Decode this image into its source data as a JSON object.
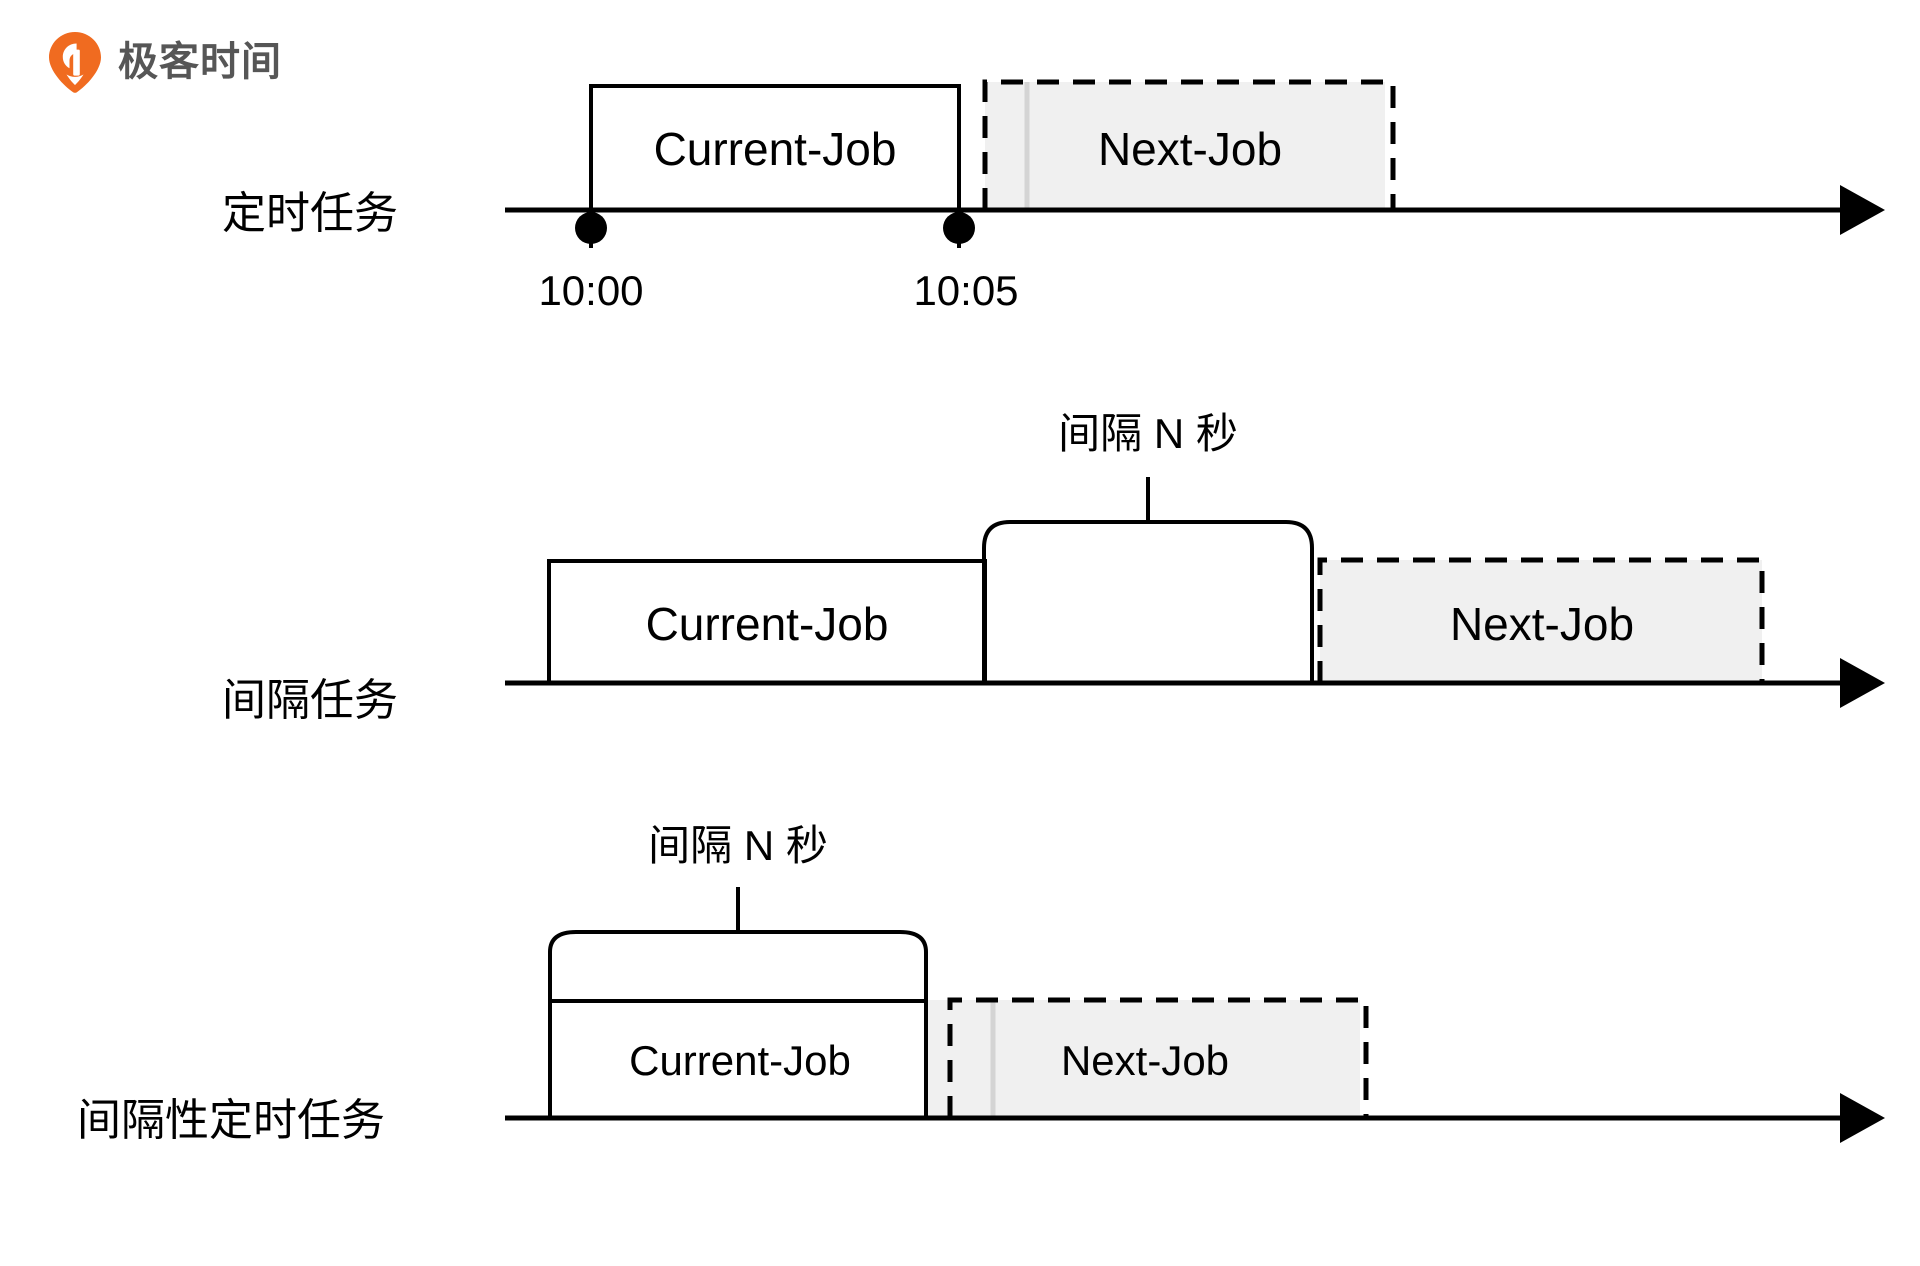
{
  "brand": {
    "name": "极客时间",
    "logo_icon": "geektime-pin-logo-icon",
    "logo_color": "#f06b20",
    "text_color": "#565656"
  },
  "palette": {
    "stroke": "#000000",
    "grey_fill": "#f0f0f0",
    "grey_divider": "#d4d4d4",
    "background": "#ffffff"
  },
  "rows": [
    {
      "id": "scheduled-task",
      "axis_label": "定时任务",
      "current_job": "Current-Job",
      "next_job": "Next-Job",
      "markers": [
        {
          "label": "10:00"
        },
        {
          "label": "10:05"
        }
      ]
    },
    {
      "id": "interval-task",
      "axis_label": "间隔任务",
      "current_job": "Current-Job",
      "next_job": "Next-Job",
      "gap_label": "间隔 N 秒"
    },
    {
      "id": "interval-scheduled-task",
      "axis_label": "间隔性定时任务",
      "current_job": "Current-Job",
      "next_job": "Next-Job",
      "gap_label": "间隔 N 秒"
    }
  ]
}
